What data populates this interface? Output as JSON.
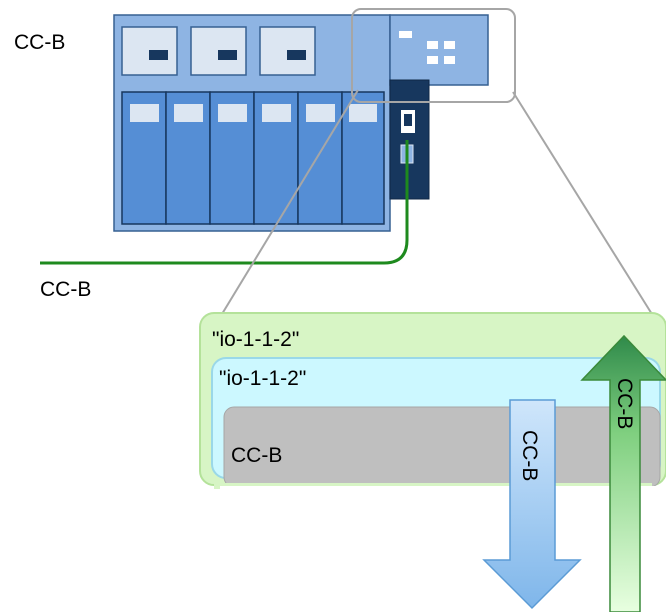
{
  "labels": {
    "top_left": "CC-B",
    "network_line": "CC-B",
    "outer_box": "\"io-1-1-2\"",
    "inner_box": "\"io-1-1-2\"",
    "gray_bar": "CC-B",
    "blue_arrow": "CC-B",
    "green_arrow": "CC-B"
  },
  "colors": {
    "rack_fill": "#8eb4e3",
    "rack_stroke": "#376092",
    "module_fill": "#558ed5",
    "slot_fill": "#dce6f2",
    "handle_fill": "#17375e",
    "cable": "#1e8a1e",
    "zoom_outline": "#a6a6a6",
    "outer_box_fill": "#d7f5c5",
    "outer_box_stroke": "#b4e29a",
    "inner_box_fill": "#ccf8ff",
    "inner_box_stroke": "#9ad8e8",
    "gray_bar": "#bfbfbf",
    "blue_arrow": "#a8d1f5",
    "green_arrow": "#6fc36f"
  }
}
